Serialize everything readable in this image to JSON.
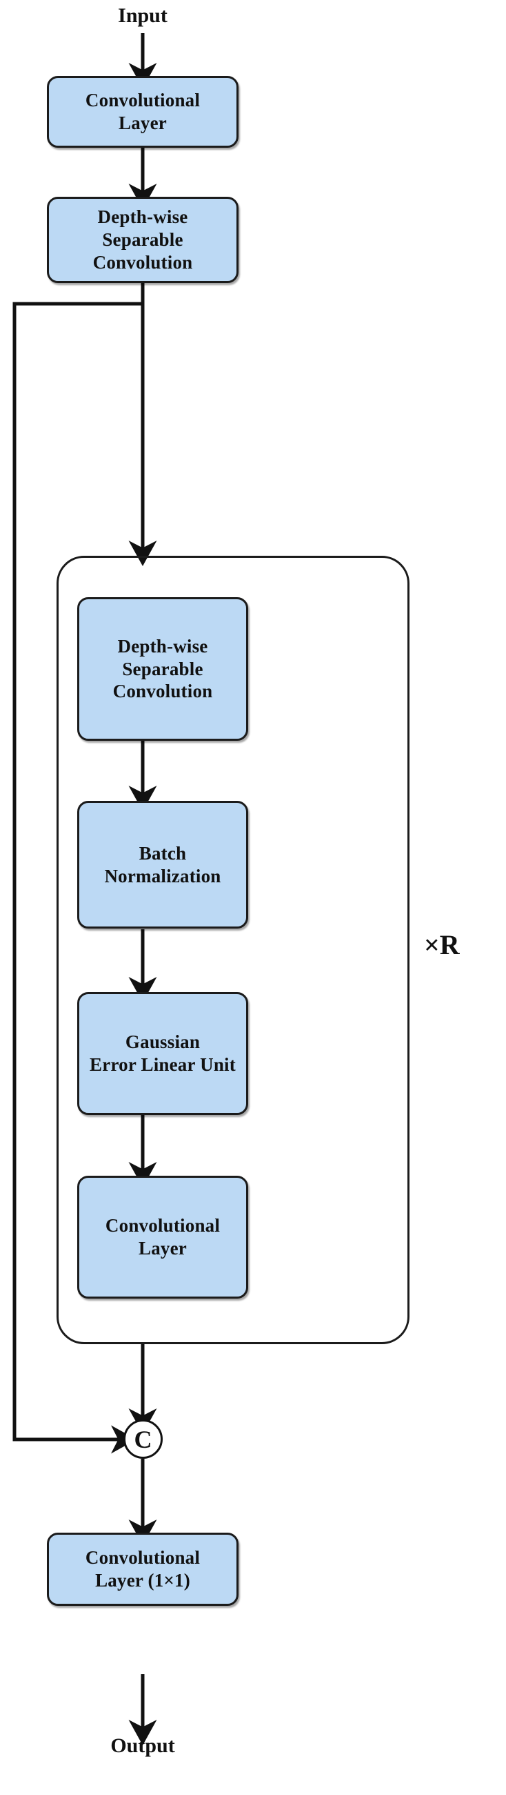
{
  "diagram": {
    "title": "Depth-wise separable convolutional residual block",
    "colors": {
      "node_fill": "#bcd9f4",
      "node_stroke": "#1b1b1b",
      "arrow": "#111111",
      "background": "#ffffff"
    },
    "endpoints": {
      "input_label": "Input",
      "output_label": "Output"
    },
    "repeat_annotation": "×R",
    "concat_symbol": "C",
    "nodes": [
      {
        "id": "conv1",
        "line1": "Convolutional",
        "line2": "Layer",
        "line3": ""
      },
      {
        "id": "dsconv1",
        "line1": "Depth-wise",
        "line2": "Separable",
        "line3": "Convolution"
      },
      {
        "id": "dsconv2",
        "line1": "Depth-wise",
        "line2": "Separable",
        "line3": "Convolution"
      },
      {
        "id": "bn",
        "line1": "Batch",
        "line2": "Normalization",
        "line3": ""
      },
      {
        "id": "gelu",
        "line1": "Gaussian",
        "line2": "Error Linear Unit",
        "line3": ""
      },
      {
        "id": "conv2",
        "line1": "Convolutional",
        "line2": "Layer",
        "line3": ""
      },
      {
        "id": "conv1x1",
        "line1": "Convolutional",
        "line2": "Layer (1×1)",
        "line3": ""
      }
    ]
  }
}
